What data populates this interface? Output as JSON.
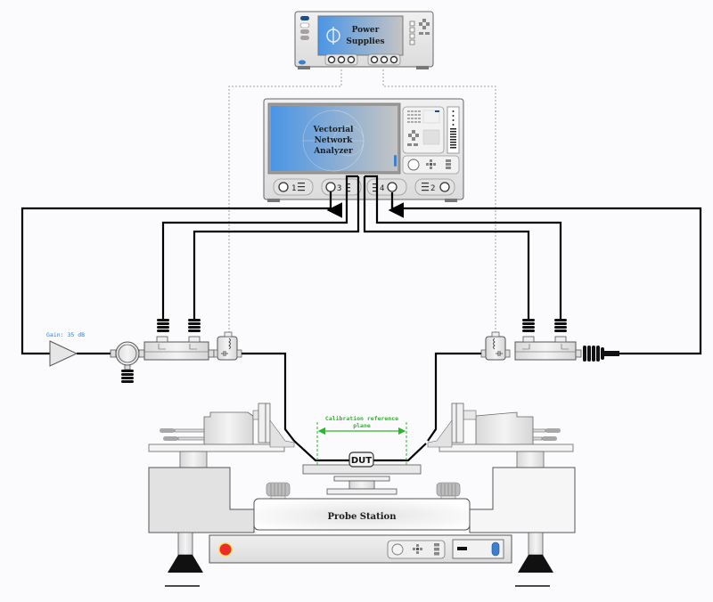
{
  "instruments": {
    "power_supplies": {
      "line1": "Power",
      "line2": "Supplies"
    },
    "vna": {
      "line1": "Vectorial",
      "line2": "Network",
      "line3": "Analyzer"
    },
    "probe_station": {
      "label": "Probe Station"
    }
  },
  "vna_ports": [
    "1",
    "2",
    "3",
    "4"
  ],
  "amplifier": {
    "label": "Gain: 35 dB"
  },
  "calibration": {
    "line1": "Calibration reference",
    "line2": "plane"
  },
  "dut": {
    "label": "DUT"
  },
  "colors": {
    "cable": "#000000",
    "bias_line": "#a0a0a0",
    "screen_left": "#4a95e6",
    "screen_right": "#c2c2c2",
    "calibration": "#2db52d",
    "gain_text": "#2a7fd4",
    "emergency_stop": "#ee2b2b",
    "emergency_ring": "#f6e45a",
    "indicator_blue": "#3a7fd0"
  }
}
